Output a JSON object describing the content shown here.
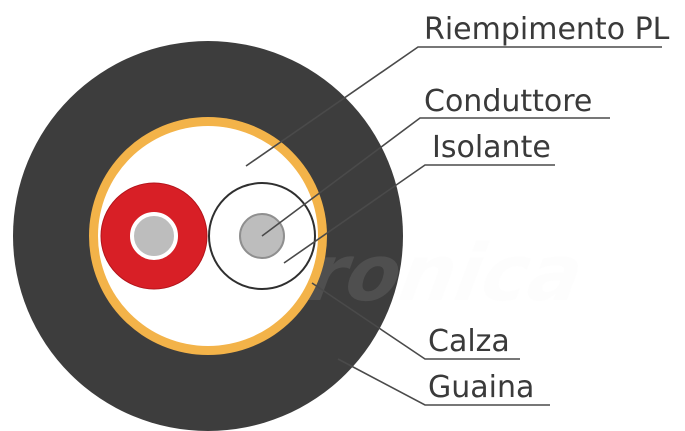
{
  "labels": {
    "riempimento": "Riempimento PL",
    "conduttore": "Conduttore",
    "isolante": "Isolante",
    "calza": "Calza",
    "guaina": "Guaina"
  },
  "colors": {
    "guaina": "#3d3d3d",
    "calza": "#f3b349",
    "riempimento": "#ffffff",
    "isolante_red": "#d81f26",
    "isolante_white": "#ffffff",
    "conduttore": "#bdbdbd",
    "text": "#3a3a3a",
    "watermark": "#f0f0f0"
  }
}
